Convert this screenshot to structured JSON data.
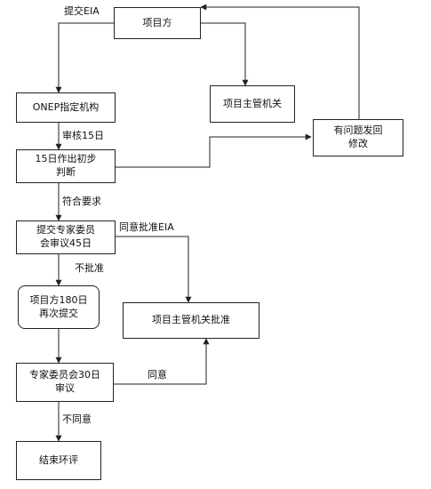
{
  "nodes": {
    "project_party": "项目方",
    "onep": "ONEP指定机构",
    "authority": "项目主管机关",
    "revise": "有问题发回\n修改",
    "initial_judgement": "15日作出初步\n判断",
    "expert_review": "提交专家委员\n会审议45日",
    "resubmit": "项目方180日\n再次提交",
    "authority_approval": "项目主管机关批准",
    "expert_30": "专家委员会30日\n审议",
    "end": "结束环评"
  },
  "edges": {
    "submit_eia": "提交EIA",
    "review_15": "审核15日",
    "meets": "符合要求",
    "approve_eia": "同意批准EIA",
    "not_approve": "不批准",
    "agree": "同意",
    "disagree": "不同意"
  }
}
